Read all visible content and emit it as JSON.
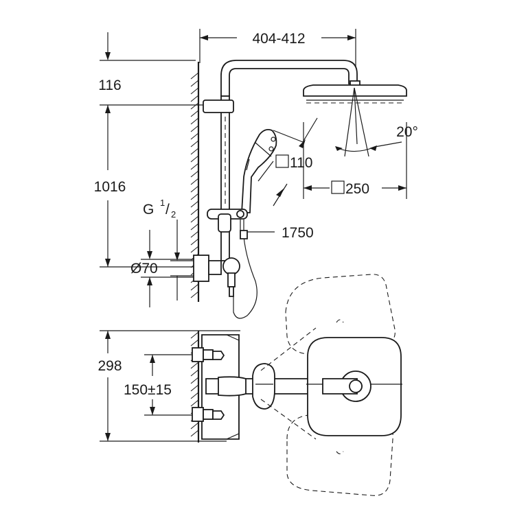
{
  "dimensions": {
    "arm_reach": "404-412",
    "top_offset": "116",
    "rail_height": "1016",
    "connection": "G",
    "connection_num": "1",
    "connection_den": "2",
    "cover_diameter": "Ø70",
    "hand_shower_size": "110",
    "head_shower_size": "250",
    "tilt_angle": "20°",
    "hose_length": "1750",
    "thermostat_height": "298",
    "inlet_spacing": "150±15"
  }
}
